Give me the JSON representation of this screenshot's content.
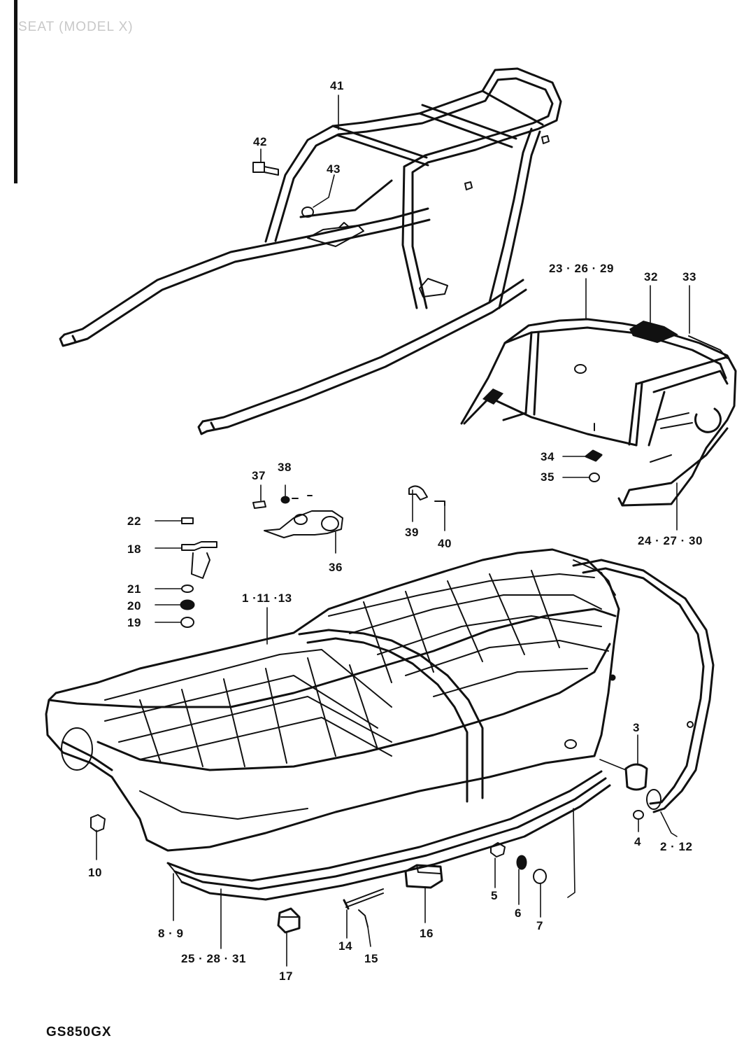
{
  "diagram": {
    "title": "SEAT (MODEL X)",
    "model_code": "GS850GX",
    "callouts": {
      "c41": "41",
      "c42": "42",
      "c43": "43",
      "c23": "23 · 26 · 29",
      "c32": "32",
      "c33": "33",
      "c34": "34",
      "c35": "35",
      "c24": "24 · 27 · 30",
      "c37": "37",
      "c38": "38",
      "c36": "36",
      "c39": "39",
      "c40": "40",
      "c22": "22",
      "c18": "18",
      "c21": "21",
      "c20": "20",
      "c19": "19",
      "c1": "1 ·11 ·13",
      "c3": "3",
      "c4": "4",
      "c2": "2 · 12",
      "c10": "10",
      "c8": "8 · 9",
      "c25": "25 · 28 · 31",
      "c17": "17",
      "c14": "14",
      "c15": "15",
      "c16": "16",
      "c5": "5",
      "c6": "6",
      "c7": "7"
    },
    "parts": [
      "carrier-frame",
      "tail-cover",
      "seat",
      "seat-lock",
      "helmet-hook",
      "trim-strip",
      "grab-rail",
      "cushion",
      "bolt",
      "washer",
      "nut"
    ]
  }
}
